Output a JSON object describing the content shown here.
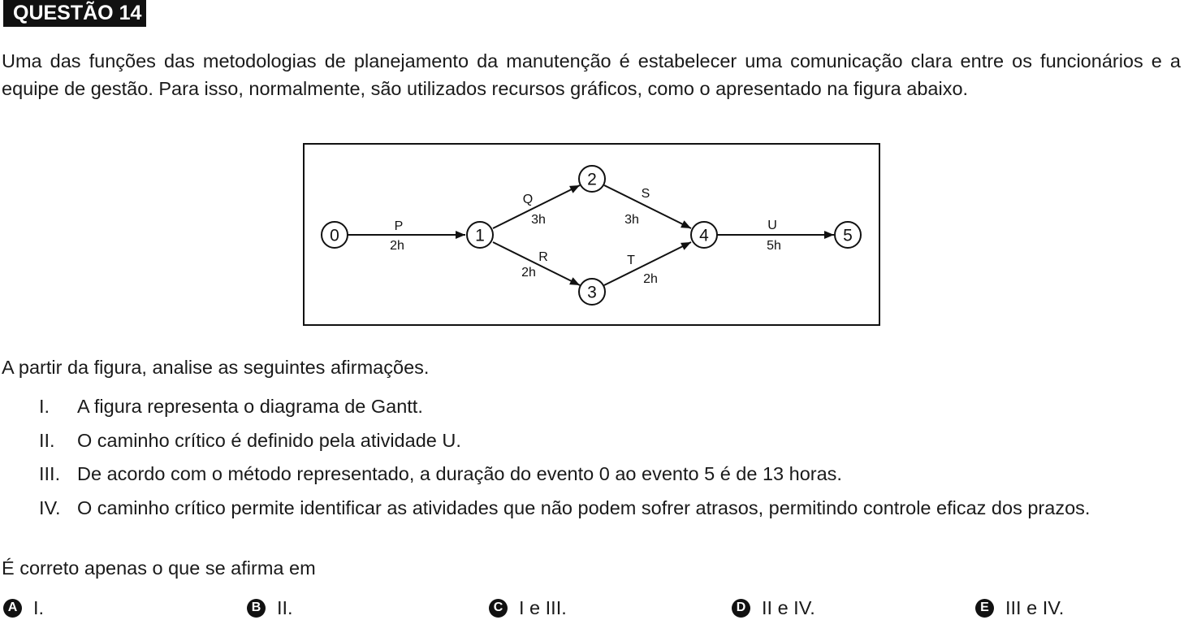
{
  "header": {
    "title": "QUESTÃO 14"
  },
  "intro": "Uma das funções das metodologias de planejamento da manutenção é estabelecer uma comunicação clara entre os funcionários e a equipe de gestão. Para isso, normalmente, são utilizados recursos gráficos, como o apresentado na figura abaixo.",
  "diagram": {
    "nodes": [
      "0",
      "1",
      "2",
      "3",
      "4",
      "5"
    ],
    "edges": [
      {
        "from": "0",
        "to": "1",
        "activity": "P",
        "duration": "2h"
      },
      {
        "from": "1",
        "to": "2",
        "activity": "Q",
        "duration": "3h"
      },
      {
        "from": "1",
        "to": "3",
        "activity": "R",
        "duration": "2h"
      },
      {
        "from": "2",
        "to": "4",
        "activity": "S",
        "duration": "3h"
      },
      {
        "from": "3",
        "to": "4",
        "activity": "T",
        "duration": "2h"
      },
      {
        "from": "4",
        "to": "5",
        "activity": "U",
        "duration": "5h"
      }
    ]
  },
  "lead": "A partir da figura, analise as seguintes afirmações.",
  "statements": [
    {
      "num": "I.",
      "text": "A figura representa o diagrama de Gantt."
    },
    {
      "num": "II.",
      "text": "O caminho crítico é definido pela atividade U."
    },
    {
      "num": "III.",
      "text": "De acordo com o método representado, a duração do evento 0 ao evento 5 é de 13 horas."
    },
    {
      "num": "IV.",
      "text": "O caminho crítico permite identificar as atividades que não podem sofrer atrasos, permitindo controle eficaz dos prazos."
    }
  ],
  "closing": "É correto apenas o que se afirma em",
  "options": [
    {
      "letter": "A",
      "text": "I."
    },
    {
      "letter": "B",
      "text": "II."
    },
    {
      "letter": "C",
      "text": "I e III."
    },
    {
      "letter": "D",
      "text": "II e IV."
    },
    {
      "letter": "E",
      "text": "III e IV."
    }
  ]
}
